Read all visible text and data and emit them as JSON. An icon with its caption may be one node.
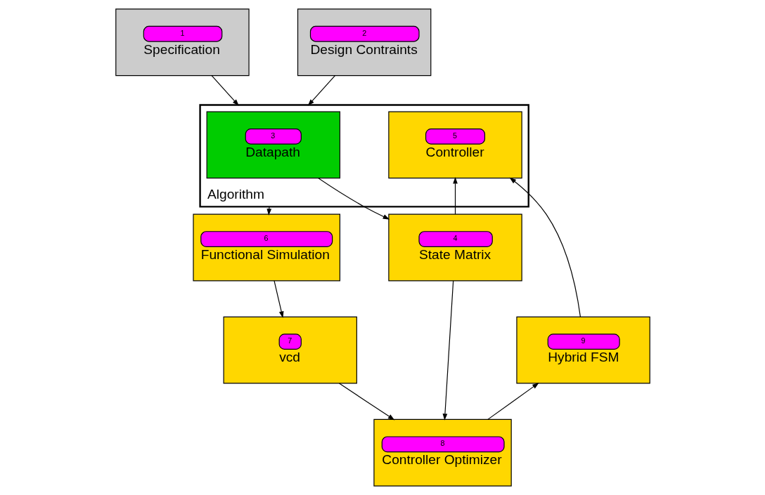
{
  "diagram": {
    "nodes": [
      {
        "text": [
          "1",
          "Specification"
        ]
      },
      {
        "text": [
          "2",
          "Design Contraints"
        ]
      },
      {
        "text": [
          "Algorithm"
        ]
      },
      {
        "text": [
          "3",
          "Datapath"
        ],
        "in": 2
      },
      {
        "text": [
          "5",
          "Controller"
        ],
        "in": 2
      },
      {
        "text": [
          "9",
          "Hybrid FSM"
        ]
      },
      {
        "text": [
          "6",
          "Functional Simulation"
        ]
      },
      {
        "text": [
          "4",
          "State Matrix"
        ]
      },
      {
        "text": [
          "7",
          "vcd"
        ]
      },
      {
        "text": [
          "8",
          "Controller Optimizer"
        ]
      }
    ],
    "edges": [
      {
        "from": 0,
        "to": 2,
        "arrow": "to"
      },
      {
        "from": 1,
        "to": 2,
        "arrow": "to"
      },
      {
        "from": 5,
        "to": 4,
        "arrow": "to"
      },
      {
        "from": 3,
        "to": 7,
        "arrow": "to"
      },
      {
        "from": 2,
        "to": 6,
        "arrow": "to"
      },
      {
        "from": 7,
        "to": 4,
        "arrow": "to"
      },
      {
        "from": 6,
        "to": 8,
        "arrow": "to"
      },
      {
        "from": 7,
        "to": 9,
        "arrow": "to"
      },
      {
        "from": 8,
        "to": 9,
        "arrow": "to"
      },
      {
        "from": 9,
        "to": 5,
        "arrow": "to"
      }
    ]
  }
}
